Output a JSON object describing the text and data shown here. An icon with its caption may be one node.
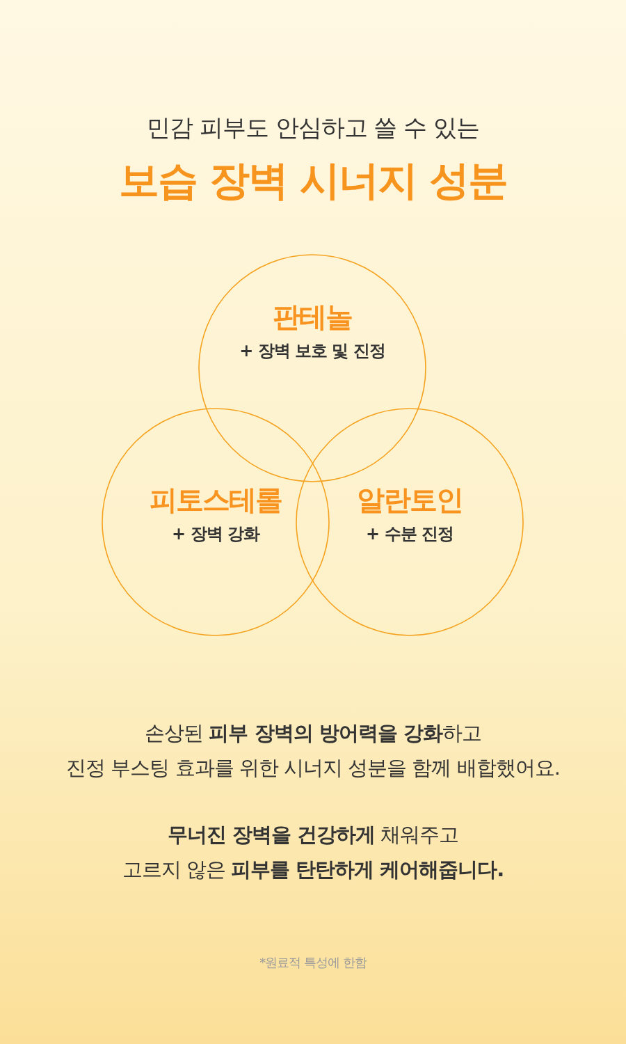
{
  "diagram": {
    "title": "보습 장벽 시너지 성분",
    "nodes": [
      {
        "text": [
          "판테놀",
          "+ 장벽 보호 및 진정"
        ]
      },
      {
        "text": [
          "피토스테롤",
          "+ 장벽 강화"
        ]
      },
      {
        "text": [
          "알란토인",
          "+ 수분 진정"
        ]
      }
    ],
    "labels": [
      "민감 피부도 안심하고 쓸 수 있는",
      "손상된 **피부 장벽의 방어력을 강화**하고 진정 부스팅 효과를 위한 시너지 성분을 함께 배합했어요.",
      "**무너진 장벽을 건강하게** 채워주고 고르지 않은 **피부를 탄탄하게 케어해줍니다.**",
      "*원료적 특성에 한함"
    ]
  }
}
